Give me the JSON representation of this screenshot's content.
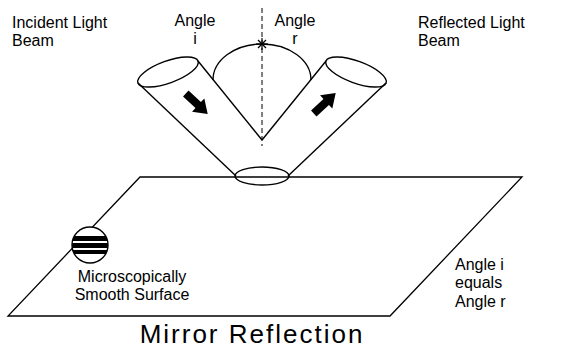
{
  "diagram": {
    "caption": "Mirror Reflection",
    "labels": [
      "Incident Light Beam",
      "Angle i",
      "Angle r",
      "Reflected Light Beam",
      "Microscopically Smooth Surface",
      "Angle i equals Angle r"
    ]
  }
}
